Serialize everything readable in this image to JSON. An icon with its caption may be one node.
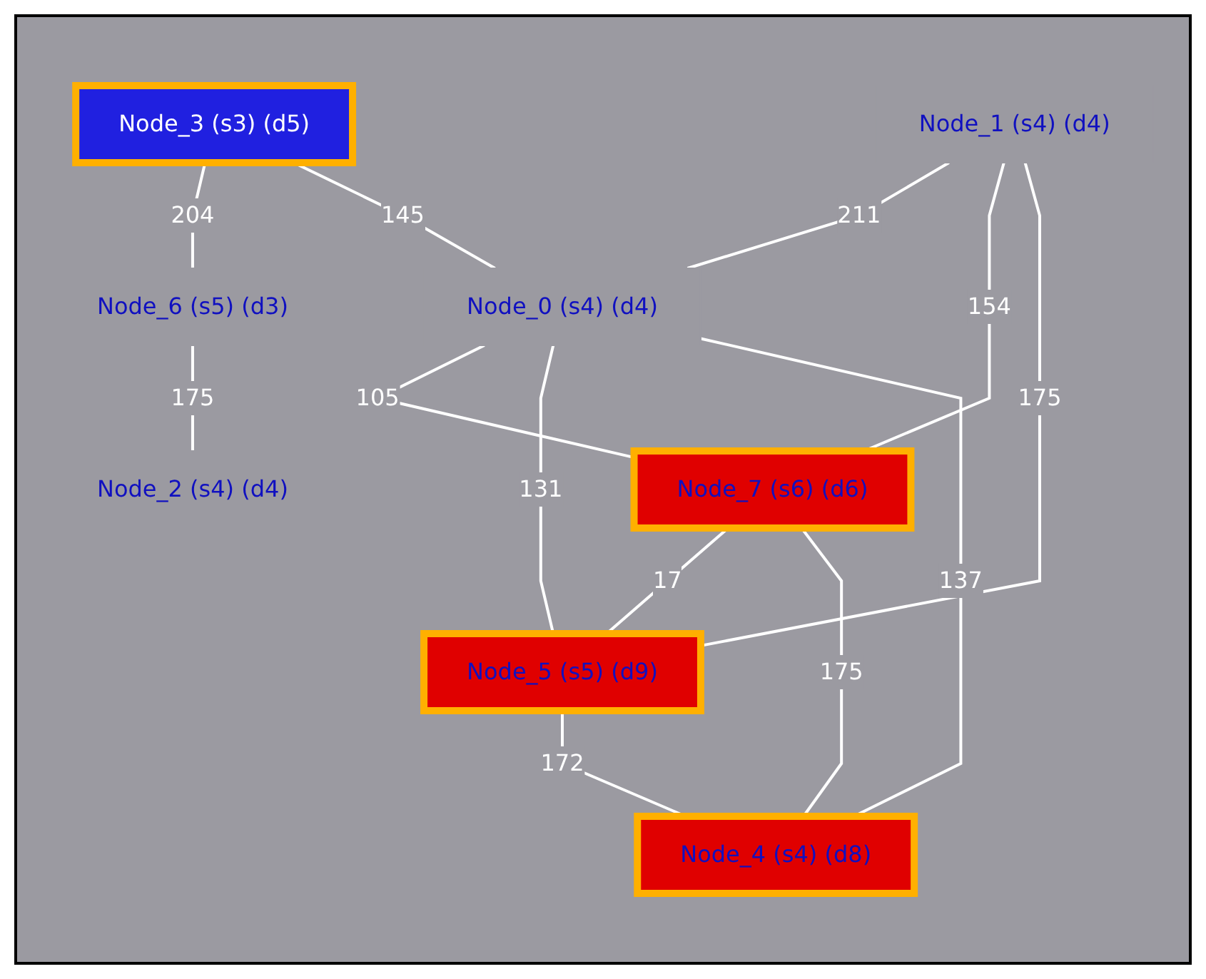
{
  "diagram": {
    "nodes": [
      {
        "text": [
          "Node_1 (s4) (d4)"
        ]
      },
      {
        "text": [
          "Node_3 (s3) (d5)"
        ]
      },
      {
        "text": [
          "Node_6 (s5) (d3)"
        ]
      },
      {
        "text": [
          "Node_0 (s4) (d4)"
        ]
      },
      {
        "text": [
          "Node_7 (s6) (d6)"
        ]
      },
      {
        "text": [
          "Node_5 (s5) (d9)"
        ]
      },
      {
        "text": [
          "Node_4 (s4) (d8)"
        ]
      },
      {
        "text": [
          "Node_2 (s4) (d4)"
        ]
      }
    ],
    "edges": [
      {
        "from": 1,
        "to": 2,
        "arrow": "none",
        "label": "204"
      },
      {
        "from": 1,
        "to": 3,
        "arrow": "none",
        "label": "145"
      },
      {
        "from": 0,
        "to": 3,
        "arrow": "none",
        "label": "211"
      },
      {
        "from": 0,
        "to": 4,
        "arrow": "none",
        "label": "154"
      },
      {
        "from": 0,
        "to": 5,
        "arrow": "none",
        "label": "175"
      },
      {
        "from": 3,
        "to": 4,
        "arrow": "none",
        "label": "105"
      },
      {
        "from": 3,
        "to": 5,
        "arrow": "none",
        "label": "131"
      },
      {
        "from": 4,
        "to": 5,
        "arrow": "none",
        "label": "17"
      },
      {
        "from": 3,
        "to": 6,
        "arrow": "none",
        "label": "137"
      },
      {
        "from": 4,
        "to": 6,
        "arrow": "none",
        "label": "175"
      },
      {
        "from": 5,
        "to": 6,
        "arrow": "none",
        "label": "172"
      },
      {
        "from": 2,
        "to": 7,
        "arrow": "none",
        "label": "175"
      }
    ]
  }
}
